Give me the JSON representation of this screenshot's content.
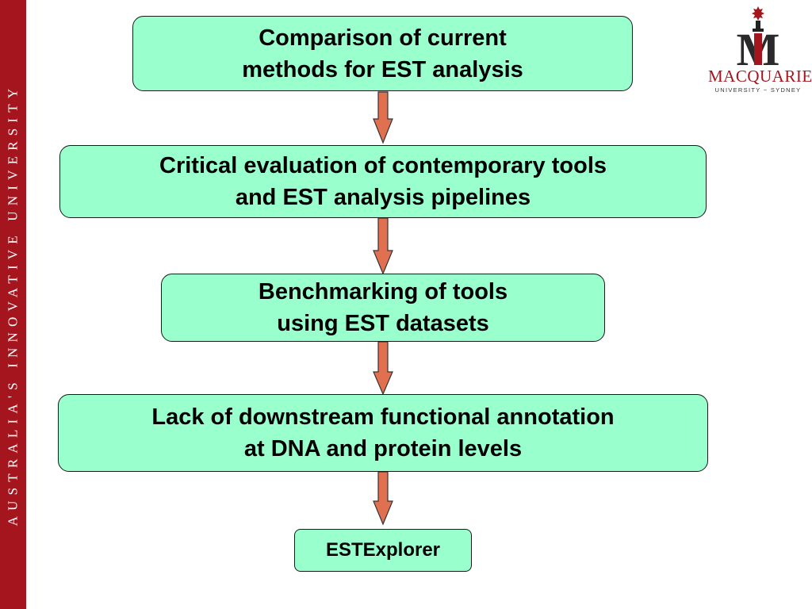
{
  "sidebar": {
    "text": "AUSTRALIA'S INNOVATIVE UNIVERSITY"
  },
  "logo": {
    "letter": "M",
    "name": "MACQUARIE",
    "subtitle": "UNIVERSITY ~ SYDNEY"
  },
  "flow": {
    "steps": [
      "Comparison of current\nmethods for EST analysis",
      "Critical evaluation of contemporary tools\nand EST analysis pipelines",
      "Benchmarking of tools\nusing EST datasets",
      "Lack of downstream functional annotation\nat DNA and protein levels",
      "ESTExplorer"
    ]
  },
  "colors": {
    "box_fill": "#99ffcc",
    "arrow_fill": "#e07050",
    "band": "#a5151e"
  }
}
